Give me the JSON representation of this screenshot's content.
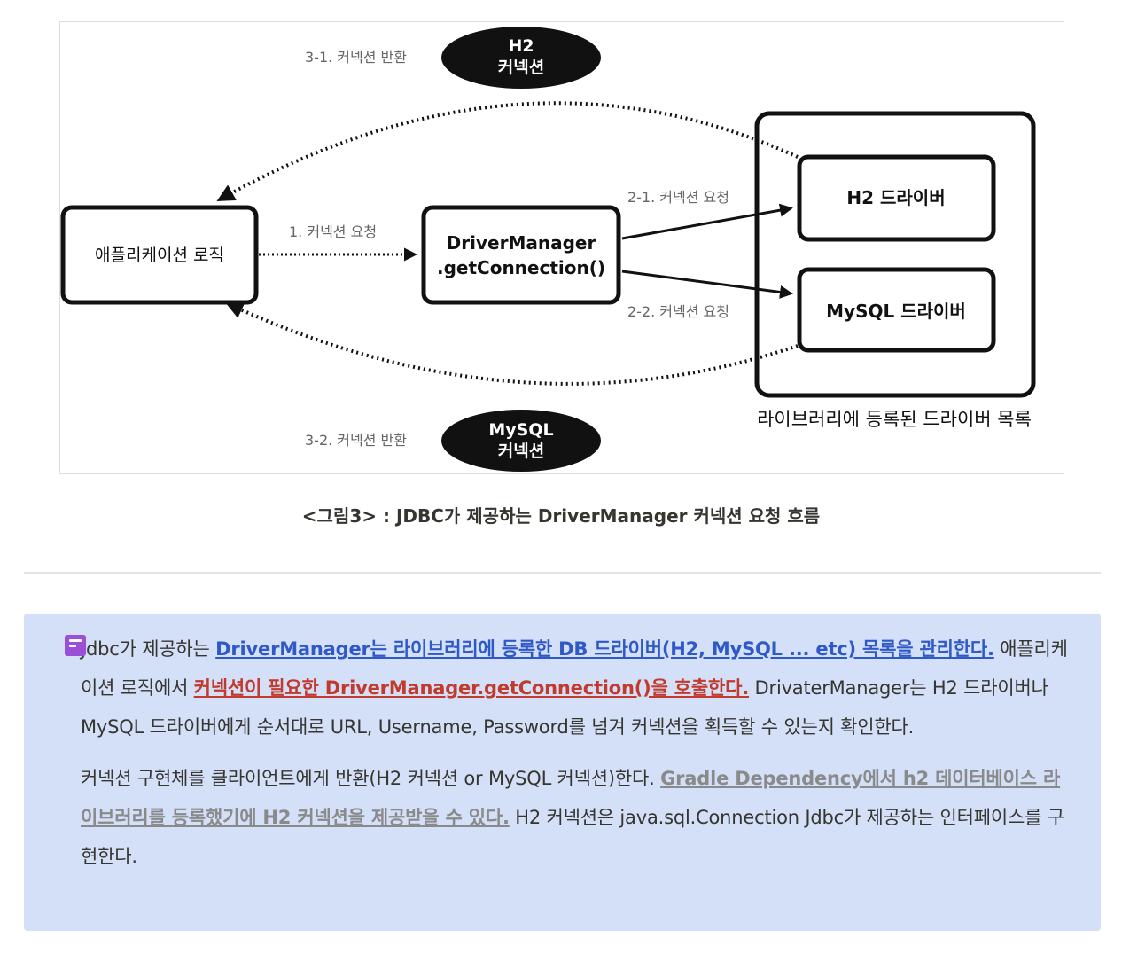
{
  "diagram": {
    "ellipse_top": {
      "line1": "H2",
      "line2": "커넥션"
    },
    "ellipse_bottom": {
      "line1": "MySQL",
      "line2": "커넥션"
    },
    "label_return_h2": "3-1. 커넥션 반환",
    "label_return_mysql": "3-2. 커넥션 반환",
    "label_request": "1. 커넥션 요청",
    "label_request_h2": "2-1. 커넥션 요청",
    "label_request_mysql": "2-2. 커넥션 요청",
    "box_app": "애플리케이션 로직",
    "box_dm_line1": "DriverManager",
    "box_dm_line2": ".getConnection()",
    "box_h2": "H2 드라이버",
    "box_mysql": "MySQL 드라이버",
    "driver_list_title": "라이브러리에 등록된 드라이버 목록"
  },
  "caption": "<그림3> : JDBC가 제공하는 DriverManager 커넥션 요청 흐름",
  "callout": {
    "icon": "page-icon",
    "p1_a": "Jdbc가 제공하는 ",
    "p1_b": "DriverManager는 라이브러리에 등록한 DB 드라이버(H2, MySQL ... etc) 목록을 관리한다.",
    "p1_c": " 애플리케이션 로직에서 ",
    "p1_d": "커넥션이 필요한 DriverManager.getConnection()을 호출한다.",
    "p1_e": " DrivaterManager는 H2 드라이버나 MySQL 드라이버에게 순서대로 URL, Username, Password를 넘겨 커넥션을 획득할 수 있는지 확인한다.",
    "p2_a": "커넥션 구현체를 클라이언트에게 반환(H2 커넥션 or MySQL 커넥션)한다. ",
    "p2_b": "Gradle Dependency에서 h2 데이터베이스 라이브러리를 등록했기에 H2 커넥션을 제공받을 수 있다.",
    "p2_c": " H2 커넥션은 java.sql.Connection Jdbc가 제공하는 인터페이스를 구현한다."
  }
}
